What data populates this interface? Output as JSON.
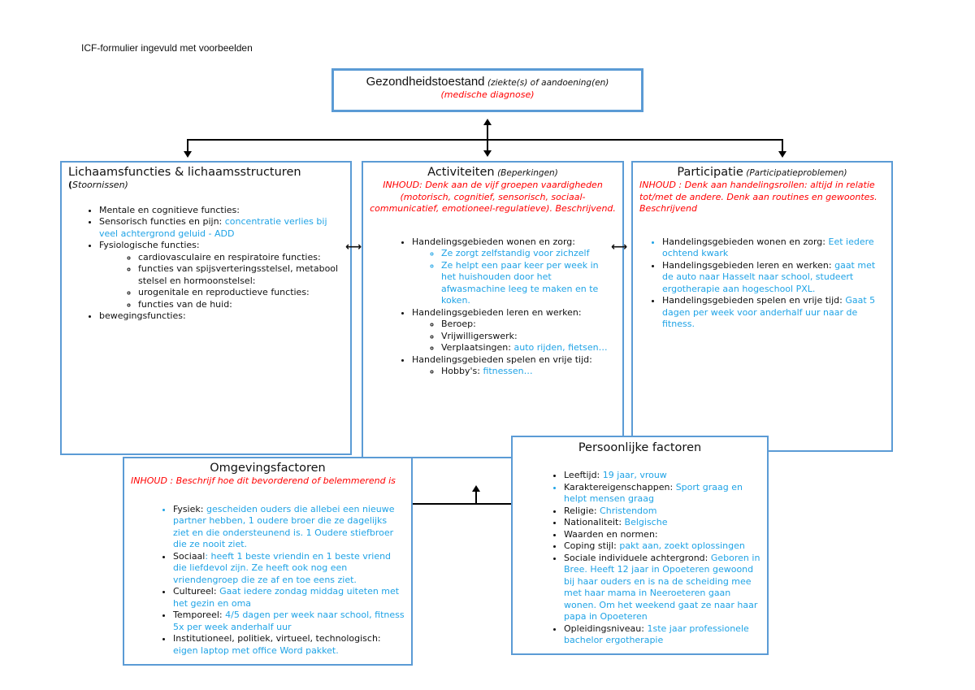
{
  "page_title": "ICF-formulier ingevuld met voorbeelden",
  "colors": {
    "border": "#5b9bd5",
    "instruction": "#ff0000",
    "example": "#1fa3e6"
  },
  "health": {
    "title": "Gezondheidstoestand",
    "subtitle": "(ziekte(s) of aandoening(en)",
    "note": "(medische diagnose)"
  },
  "body": {
    "title": "Lichaamsfuncties & lichaamsstructuren",
    "subtitle": "Stoornissen)",
    "open": "(",
    "i0": "Mentale en cognitieve functies:",
    "i1": "Sensorisch functies en pijn: ",
    "i1v": "concentratie verlies bij veel achtergrond geluid - ADD",
    "i2": "Fysiologische functies:",
    "s0": "cardiovasculaire en respiratoire functies:",
    "s1": "functies van spijsverteringsstelsel, metabool stelsel en hormoonstelsel:",
    "s2": "urogenitale en reproductieve functies:",
    "s3": "functies van de huid:",
    "i3": "bewegingsfuncties:"
  },
  "act": {
    "title": "Activiteiten",
    "subtitle": "(Beperkingen)",
    "note": "INHOUD: Denk aan de vijf groepen vaardigheden (motorisch, cognitief, sensorisch, sociaal-communicatief, emotioneel-regulatieve). Beschrijvend.",
    "i0": "Handelingsgebieden wonen en zorg:",
    "s0": "Ze zorgt zelfstandig voor zichzelf",
    "s1": "Ze helpt een paar keer per week in het huishouden door het afwasmachine leeg te maken en te koken.",
    "i1": "Handelingsgebieden leren en werken:",
    "s2": "Beroep:",
    "s3": "Vrijwilligerswerk:",
    "s4": "Verplaatsingen: ",
    "s4v": "auto rijden, fietsen…",
    "i2": "Handelingsgebieden spelen en vrije tijd:",
    "s5": "Hobby's: ",
    "s5v": "fitnessen…"
  },
  "part": {
    "title": "Participatie",
    "subtitle": "(Participatieproblemen)",
    "note": "INHOUD : Denk aan handelingsrollen: altijd in relatie tot/met de andere. Denk aan routines en gewoontes. Beschrijvend",
    "i0": "Handelingsgebieden wonen en zorg: ",
    "i0v": "Eet iedere ochtend kwark",
    "i1": "Handelingsgebieden leren en werken: ",
    "i1v": "gaat met de auto naar Hasselt naar school, studeert ergotherapie aan hogeschool PXL.",
    "i2": "Handelingsgebieden spelen en vrije tijd: ",
    "i2v": "Gaat 5 dagen per week voor anderhalf uur naar de fitness."
  },
  "env": {
    "title": "Omgevingsfactoren",
    "note": "INHOUD : Beschrijf hoe dit  bevorderend of belemmerend is",
    "i0": "Fysiek: ",
    "i0v": "gescheiden ouders die allebei een nieuwe partner hebben, 1 oudere broer die ze dagelijks ziet en die ondersteunend is. 1 Oudere stiefbroer die ze nooit ziet.",
    "i1": "Sociaal",
    "i1v": ": heeft 1 beste vriendin en 1 beste vriend die liefdevol zijn. Ze heeft ook nog een vriendengroep die ze af en toe eens ziet.",
    "i2": "Cultureel: ",
    "i2v": "Gaat iedere zondag middag uiteten met het gezin en oma",
    "i3": "Temporeel: ",
    "i3v": "4/5 dagen per week naar school, fitness 5x per week anderhalf uur",
    "i4": "Institutioneel, politiek, virtueel, technologisch: ",
    "i4v": "eigen laptop met office Word pakket."
  },
  "pers": {
    "title": "Persoonlijke factoren",
    "i0": "Leeftijd: ",
    "i0v": "19 jaar, vrouw",
    "i1": "Karaktereigenschappen: ",
    "i1v": "Sport graag en helpt mensen graag",
    "i2": "Religie: ",
    "i2v": "Christendom",
    "i3": "Nationaliteit: ",
    "i3v": "Belgische",
    "i4": "Waarden en normen:",
    "i5": "Coping stijl: ",
    "i5v": "pakt aan, zoekt oplossingen",
    "i6": "Sociale individuele achtergrond: ",
    "i6v": "Geboren in Bree. Heeft 12 jaar in Opoeteren gewoond bij haar ouders en is na de scheiding mee met haar mama in Neeroeteren gaan wonen. Om het weekend gaat ze naar haar papa in Opoeteren",
    "i7": "Opleidingsniveau: ",
    "i7v": "1ste jaar professionele bachelor ergotherapie"
  }
}
